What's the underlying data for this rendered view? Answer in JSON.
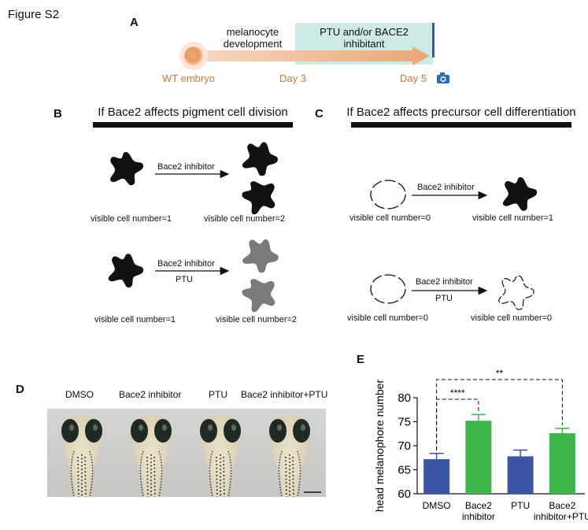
{
  "figure_label": "Figure S2",
  "panel_a": {
    "letter": "A",
    "dev_line1": "melanocyte",
    "dev_line2": "development",
    "treat_line1": "PTU and/or BACE2",
    "treat_line2": "inhibitant",
    "wt": "WT embryo",
    "day3": "Day 3",
    "day5": "Day 5",
    "colors": {
      "orange": "#c87a3e",
      "teal_box": "#cdeae6",
      "blue_bar": "#2a5ea8"
    },
    "camera_icon": "camera-icon"
  },
  "panel_b": {
    "letter": "B",
    "title": "If Bace2 affects pigment cell division",
    "row1": {
      "arrow": "Bace2 inhibitor",
      "left": "visible cell number=1",
      "right": "visible cell number=2"
    },
    "row2": {
      "arrow1": "Bace2 inhibitor",
      "arrow2": "PTU",
      "left": "visible cell number=1",
      "right": "visible cell number=2"
    }
  },
  "panel_c": {
    "letter": "C",
    "title": "If Bace2 affects precursor cell differentiation",
    "row1": {
      "arrow": "Bace2 inhibitor",
      "left": "visible cell number=0",
      "right": "visible cell number=1"
    },
    "row2": {
      "arrow1": "Bace2 inhibitor",
      "arrow2": "PTU",
      "left": "visible cell number=0",
      "right": "visible cell number=0"
    }
  },
  "panel_d": {
    "letter": "D",
    "labels": [
      "DMSO",
      "Bace2 inhibitor",
      "PTU",
      "Bace2 inhibitor+PTU"
    ]
  },
  "panel_e": {
    "letter": "E",
    "sig_top": "**",
    "sig_inner": "****"
  },
  "chart_data": {
    "type": "bar",
    "categories": [
      "DMSO",
      "Bace2 inhibitor",
      "PTU",
      "Bace2 inhibitor+PTU"
    ],
    "category_lines": [
      [
        "DMSO"
      ],
      [
        "Bace2",
        "inhibitor"
      ],
      [
        "PTU"
      ],
      [
        "Bace2",
        "inhibitor+PTU"
      ]
    ],
    "values": [
      67.2,
      75.2,
      67.8,
      72.6
    ],
    "errors": [
      1.2,
      1.3,
      1.3,
      1.0
    ],
    "colors": [
      "#3b56a4",
      "#3cb54a",
      "#3b56a4",
      "#3cb54a"
    ],
    "ylabel": "head melanophore number",
    "ylim": [
      60,
      80
    ],
    "yticks": [
      60,
      65,
      70,
      75,
      80
    ],
    "significance": [
      {
        "from": "DMSO",
        "to": "Bace2 inhibitor",
        "label": "****"
      },
      {
        "from": "DMSO",
        "to": "Bace2 inhibitor+PTU",
        "label": "**"
      }
    ]
  }
}
